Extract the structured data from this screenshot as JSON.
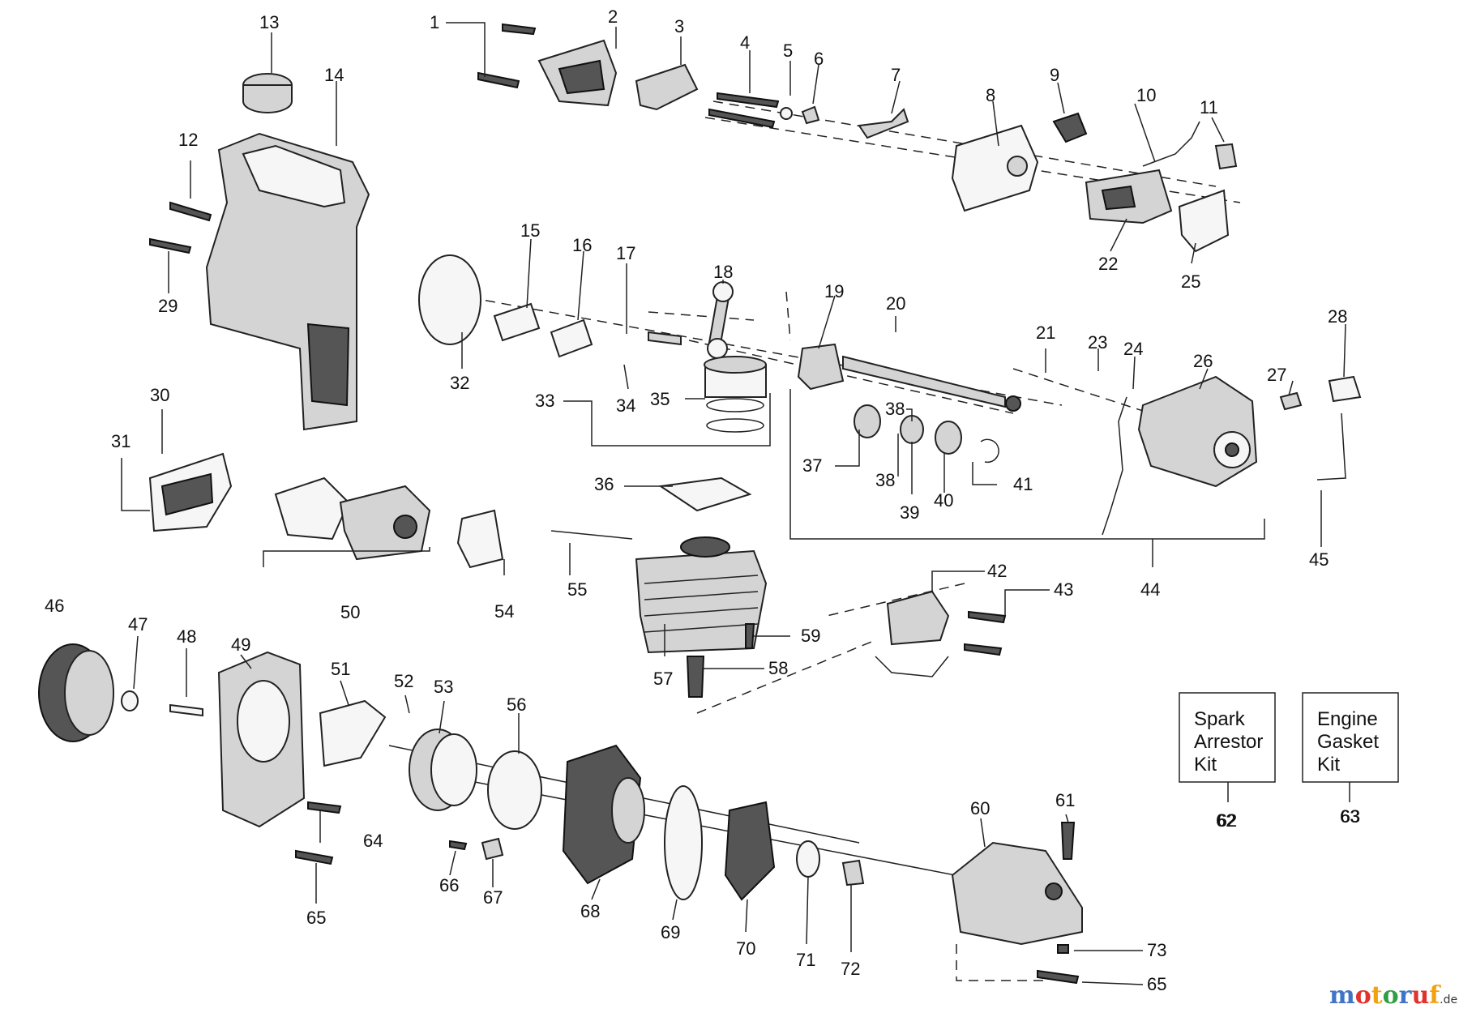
{
  "callouts": [
    "1",
    "2",
    "3",
    "4",
    "5",
    "6",
    "7",
    "8",
    "9",
    "10",
    "11",
    "12",
    "13",
    "14",
    "15",
    "16",
    "17",
    "18",
    "19",
    "20",
    "21",
    "22",
    "23",
    "24",
    "25",
    "26",
    "27",
    "28",
    "29",
    "30",
    "31",
    "32",
    "33",
    "34",
    "35",
    "36",
    "37",
    "38",
    "38",
    "39",
    "40",
    "41",
    "42",
    "43",
    "44",
    "45",
    "46",
    "47",
    "48",
    "49",
    "50",
    "51",
    "52",
    "53",
    "54",
    "55",
    "56",
    "57",
    "58",
    "59",
    "60",
    "61",
    "62",
    "63",
    "64",
    "65",
    "65",
    "66",
    "67",
    "68",
    "69",
    "70",
    "71",
    "72",
    "73"
  ],
  "kits": [
    {
      "lines": [
        "Spark",
        "Arrestor",
        "Kit"
      ],
      "number": "62"
    },
    {
      "lines": [
        "Engine",
        "Gasket",
        "Kit"
      ],
      "number": "63"
    }
  ],
  "logo": {
    "brand": "motoruf",
    "suffix": ".de",
    "colors": [
      "#3f74c8",
      "#e0332d",
      "#f2a20f",
      "#2f9e44",
      "#3f74c8",
      "#e0332d",
      "#f2a20f"
    ]
  }
}
